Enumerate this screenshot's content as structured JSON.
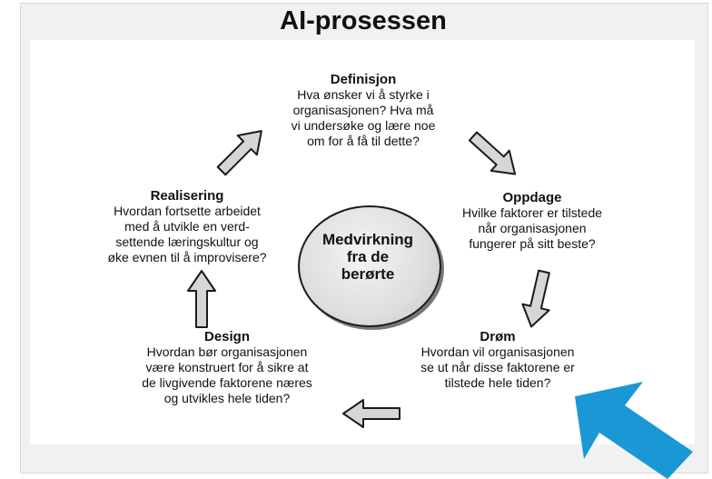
{
  "title": "AI-prosessen",
  "center": {
    "text": "Medvirkning\nfra de\nberørte"
  },
  "stages": {
    "definisjon": {
      "heading": "Definisjon",
      "body": "Hva ønsker vi å styrke i\norganisasjonen? Hva må\nvi undersøke og lære noe\nom for å få til dette?"
    },
    "oppdage": {
      "heading": "Oppdage",
      "body": "Hvilke faktorer er tilstede\nnår organisasjonen\nfungerer på sitt beste?"
    },
    "drom": {
      "heading": "Drøm",
      "body": "Hvordan vil organisasjonen\nse ut når disse faktorene er\ntilstede hele tiden?"
    },
    "design": {
      "heading": "Design",
      "body": "Hvordan bør organisasjonen\nvære konstruert for å sikre at\nde livgivende faktorene næres\nog utvikles hele tiden?"
    },
    "realisering": {
      "heading": "Realisering",
      "body": "Hvordan fortsette arbeidet\nmed å utvikle en verd-\nsettende læringskultur og\nøke evnen til å improvisere?"
    }
  },
  "colors": {
    "pointer": "#1a98d5",
    "arrow_fill": "#d6d6d6",
    "outline": "#1a1a1a"
  },
  "icons": {
    "pointer": "pointer-arrow-icon",
    "cycle_arrow": "cycle-arrow-icon"
  }
}
